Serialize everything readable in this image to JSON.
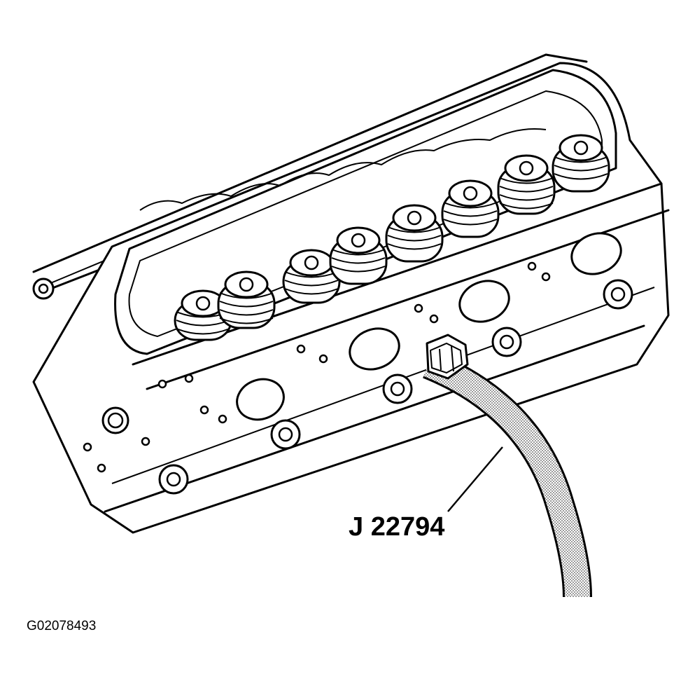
{
  "callout": {
    "tool_label": "J 22794"
  },
  "figure": {
    "id_label": "G02078493"
  },
  "parts": {
    "valve_springs": 8,
    "port_openings": 4,
    "icons": [
      "cylinder-head-drawing",
      "valve-spring-icon",
      "spark-plug-hole-icon",
      "compression-gauge-hose-icon",
      "hex-fitting-icon",
      "leader-line"
    ]
  },
  "colors": {
    "line": "#000000",
    "background": "#ffffff",
    "hose_texture": "#9a9a9a"
  }
}
